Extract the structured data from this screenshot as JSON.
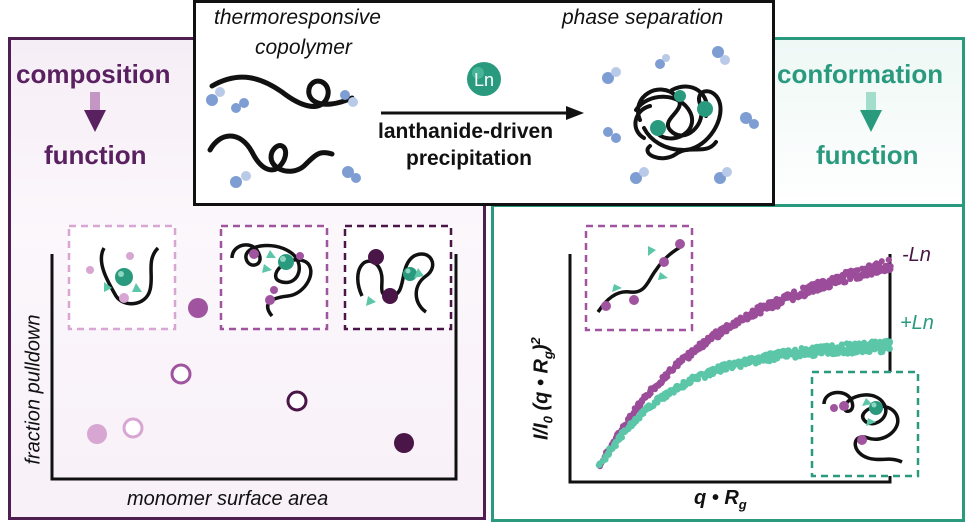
{
  "header": {
    "left_label_line1": "thermoresponsive",
    "left_label_line2": "copolymer",
    "right_label": "phase separation",
    "ion_label": "Ln",
    "arrow_label_line1": "lanthanide-driven",
    "arrow_label_line2": "precipitation"
  },
  "left_panel": {
    "heading_top": "composition",
    "heading_bottom": "function",
    "accent_color": "#5a2160"
  },
  "right_panel": {
    "heading_top": "conformation",
    "heading_bottom": "function",
    "accent_color": "#2a9a7f"
  },
  "colors": {
    "dark_purple": "#4a1648",
    "mid_purple": "#a0549f",
    "light_purple": "#d7a6d3",
    "teal": "#5cc6a8",
    "teal_dark": "#2a9a7f"
  },
  "chart_data": [
    {
      "type": "scatter",
      "xlabel": "monomer surface area",
      "ylabel": "fraction pulldown",
      "series": [
        {
          "x": [
            1.0
          ],
          "y": [
            0.18
          ],
          "filled": true,
          "color": "#d7a6d3"
        },
        {
          "x": [
            1.5
          ],
          "y": [
            0.2
          ],
          "filled": false,
          "color": "#d7a6d3"
        },
        {
          "x": [
            4.0
          ],
          "y": [
            0.78
          ],
          "filled": true,
          "color": "#a0549f"
        },
        {
          "x": [
            3.8
          ],
          "y": [
            0.5
          ],
          "filled": false,
          "color": "#a0549f"
        },
        {
          "x": [
            7.0
          ],
          "y": [
            0.36
          ],
          "filled": false,
          "color": "#4a1648"
        },
        {
          "x": [
            8.6
          ],
          "y": [
            0.12
          ],
          "filled": true,
          "color": "#4a1648"
        }
      ]
    },
    {
      "type": "scatter",
      "xlabel": "q • Rg",
      "ylabel": "I/I0 (q • Rg)²",
      "series": [
        {
          "name": "-Ln",
          "color": "#9b4d9a"
        },
        {
          "name": "+Ln",
          "color": "#5cc6a8"
        }
      ]
    }
  ]
}
